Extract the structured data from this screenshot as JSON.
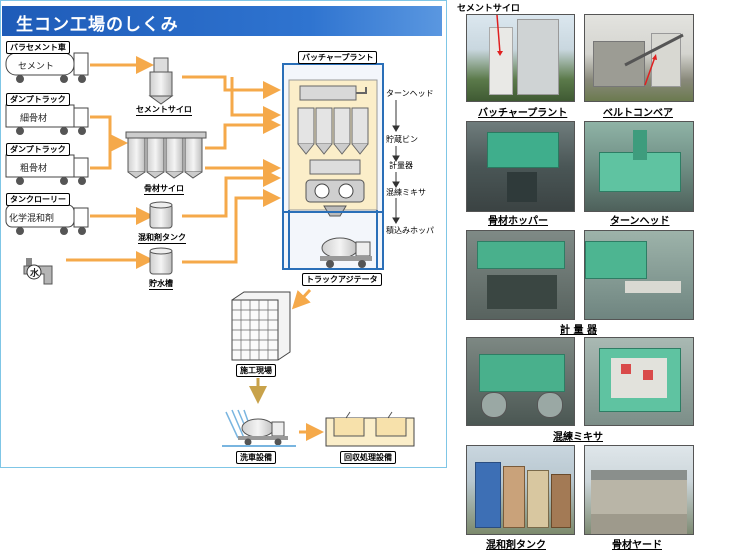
{
  "title": "生コン工場のしくみ",
  "sources": {
    "cement_truck": {
      "tag": "バラセメント車",
      "cargo": "セメント"
    },
    "dump_fine": {
      "tag": "ダンプトラック",
      "cargo": "細骨材"
    },
    "dump_coarse": {
      "tag": "ダンプトラック",
      "cargo": "粗骨材"
    },
    "tank_lorry": {
      "tag": "タンクローリー",
      "cargo": "化学混和剤"
    },
    "water": {
      "cargo": "水"
    }
  },
  "facilities": {
    "cement_silo": "セメントサイロ",
    "aggregate_silo": "骨材サイロ",
    "admixture_tank": "混和剤タンク",
    "water_tank": "貯水槽",
    "batcher_plant": "バッチャープラント",
    "truck_agitator": "トラックアジテータ",
    "site": "施工現場",
    "washing": "洗車設備",
    "recovery": "回収処理設備"
  },
  "plant_steps": [
    "ターンヘッド",
    "貯蔵ビン",
    "計量器",
    "混練ミキサ",
    "積込みホッパ"
  ],
  "photos": {
    "silo_label": "セメントサイロ",
    "captions": [
      "バッチャープラント",
      "ベルトコンベア",
      "骨材ホッパー",
      "ターンヘッド",
      "計 量 器",
      "混練ミキサ",
      "混和剤タンク",
      "骨材ヤード"
    ]
  },
  "colors": {
    "arrow": "#f5a94a",
    "title_bar": "#1e5bb8",
    "plant_frame": "#2a6fb8",
    "plant_fill": "#fbeec9"
  }
}
